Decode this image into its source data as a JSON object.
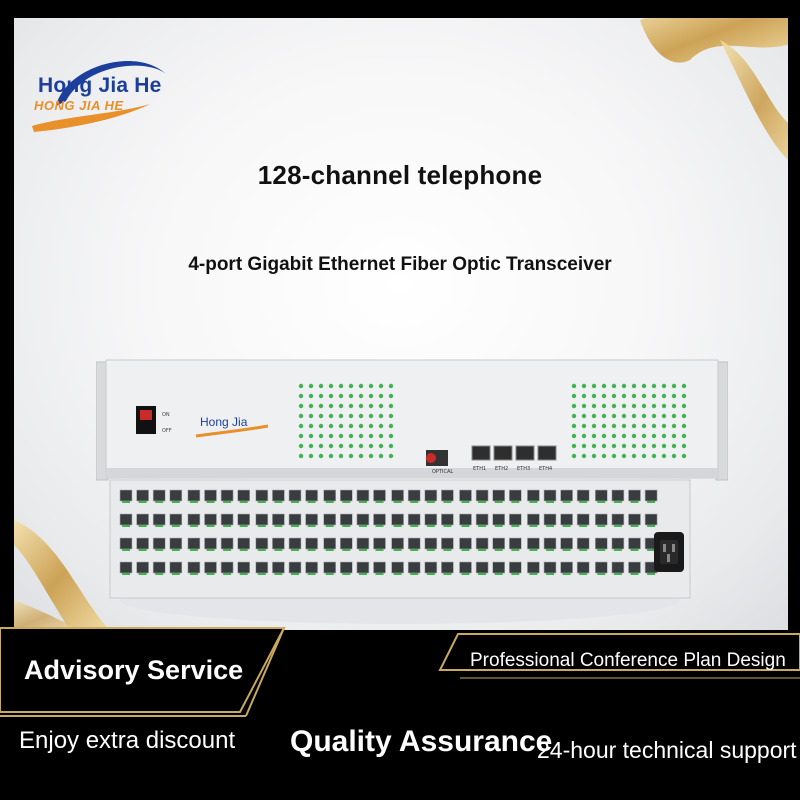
{
  "brand": {
    "name": "Hong Jia He",
    "name_caps": "HONG JIA HE",
    "device_logo": "Hong Jia"
  },
  "headline": {
    "title": "128-channel telephone",
    "subtitle": "4-port Gigabit Ethernet Fiber Optic Transceiver"
  },
  "device": {
    "optical_label": "OPTICAL",
    "eth_ports": [
      "ETH1",
      "ETH2",
      "ETH3",
      "ETH4"
    ],
    "switch_on": "ON",
    "switch_off": "OFF",
    "phone_port_rows": 4,
    "phone_port_columns": 32
  },
  "banner": {
    "advisory": "Advisory Service",
    "professional": "Professional Conference Plan Design",
    "discount": "Enjoy extra discount",
    "quality": "Quality Assurance",
    "support": "24-hour technical support"
  },
  "colors": {
    "brand_blue": "#1d3f9c",
    "brand_orange": "#e8902a",
    "gold_ribbon": "#d9b46a",
    "banner_bg": "#000000",
    "led_green": "#3fb34f"
  }
}
